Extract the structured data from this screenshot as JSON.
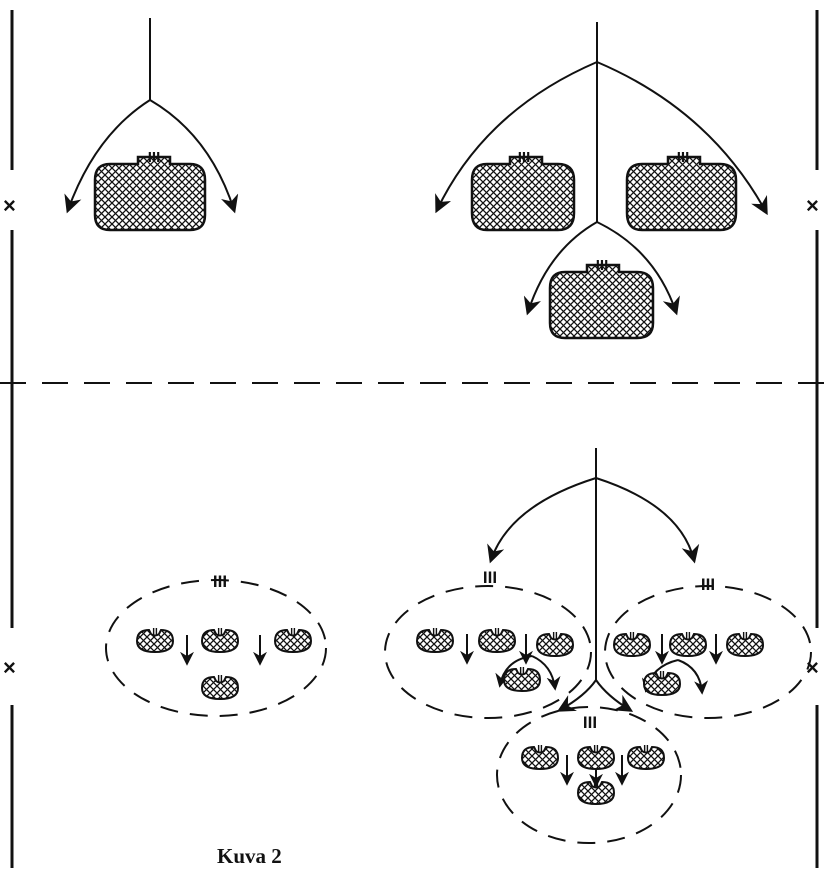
{
  "figure": {
    "caption": "Kuva 2",
    "side_mark": "×",
    "blob_mark_large": "III",
    "blob_mark_small": "II",
    "group_mark": "III",
    "pattern_color": "#111111",
    "fill_color": "#ffffff"
  }
}
